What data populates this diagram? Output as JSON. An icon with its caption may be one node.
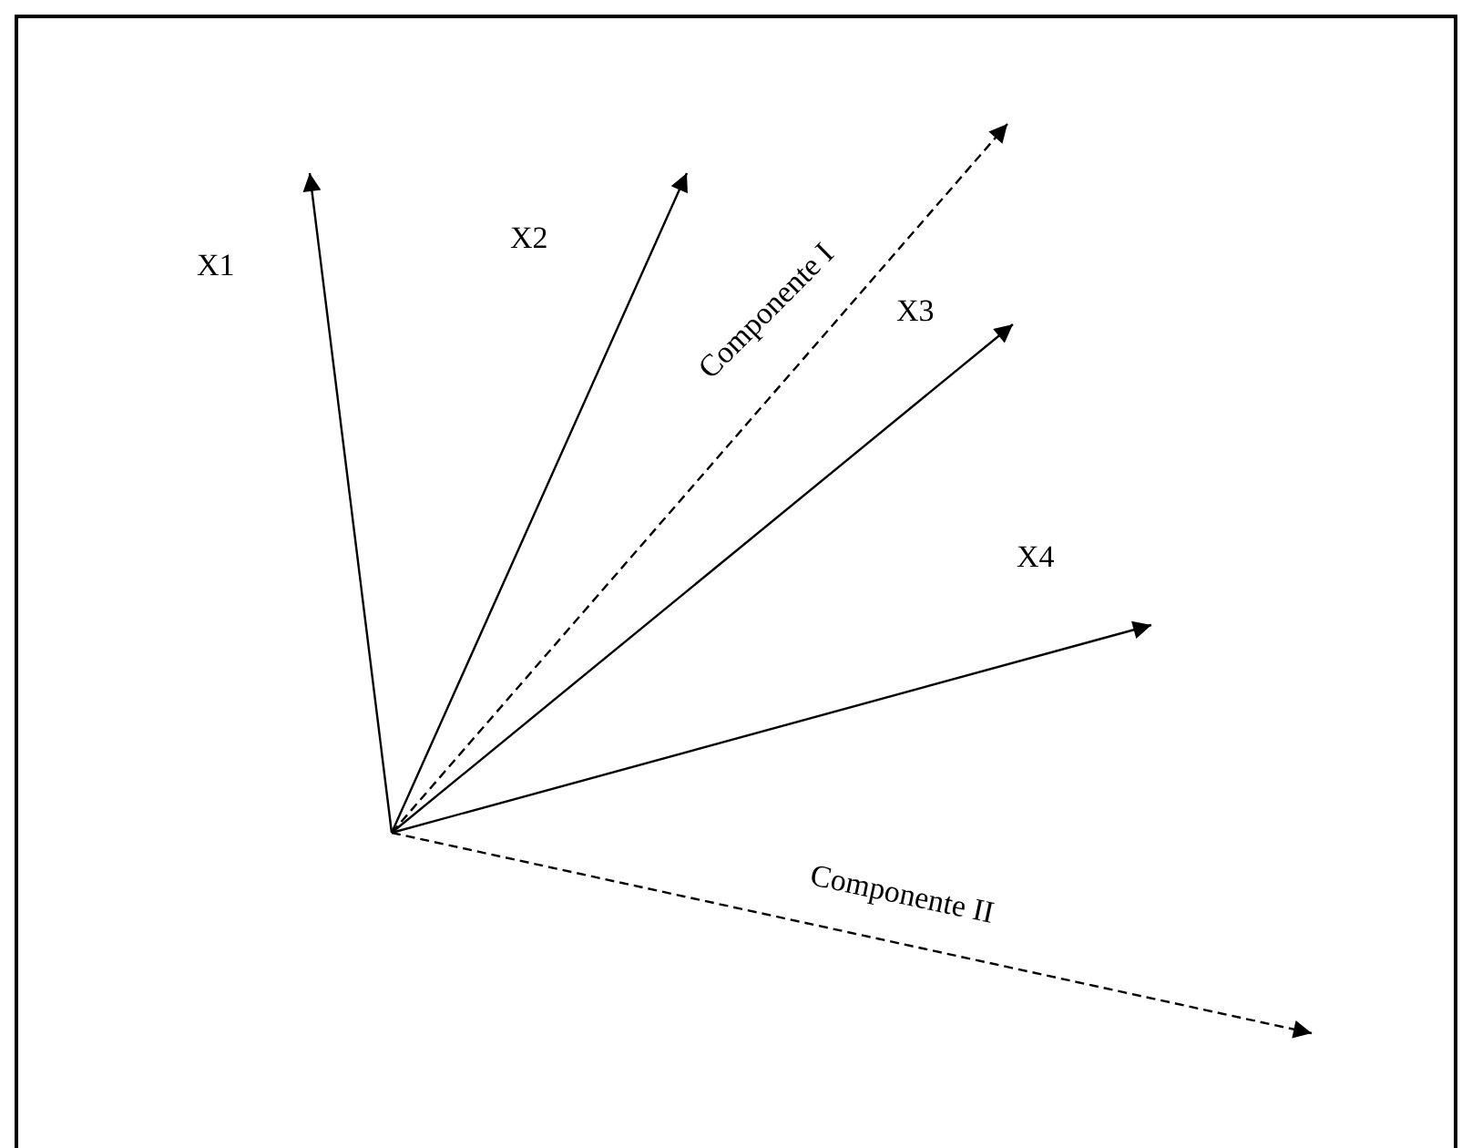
{
  "diagram": {
    "labels": [
      "X1",
      "X2",
      "Componente I",
      "X3",
      "X4",
      "Componente II"
    ]
  }
}
